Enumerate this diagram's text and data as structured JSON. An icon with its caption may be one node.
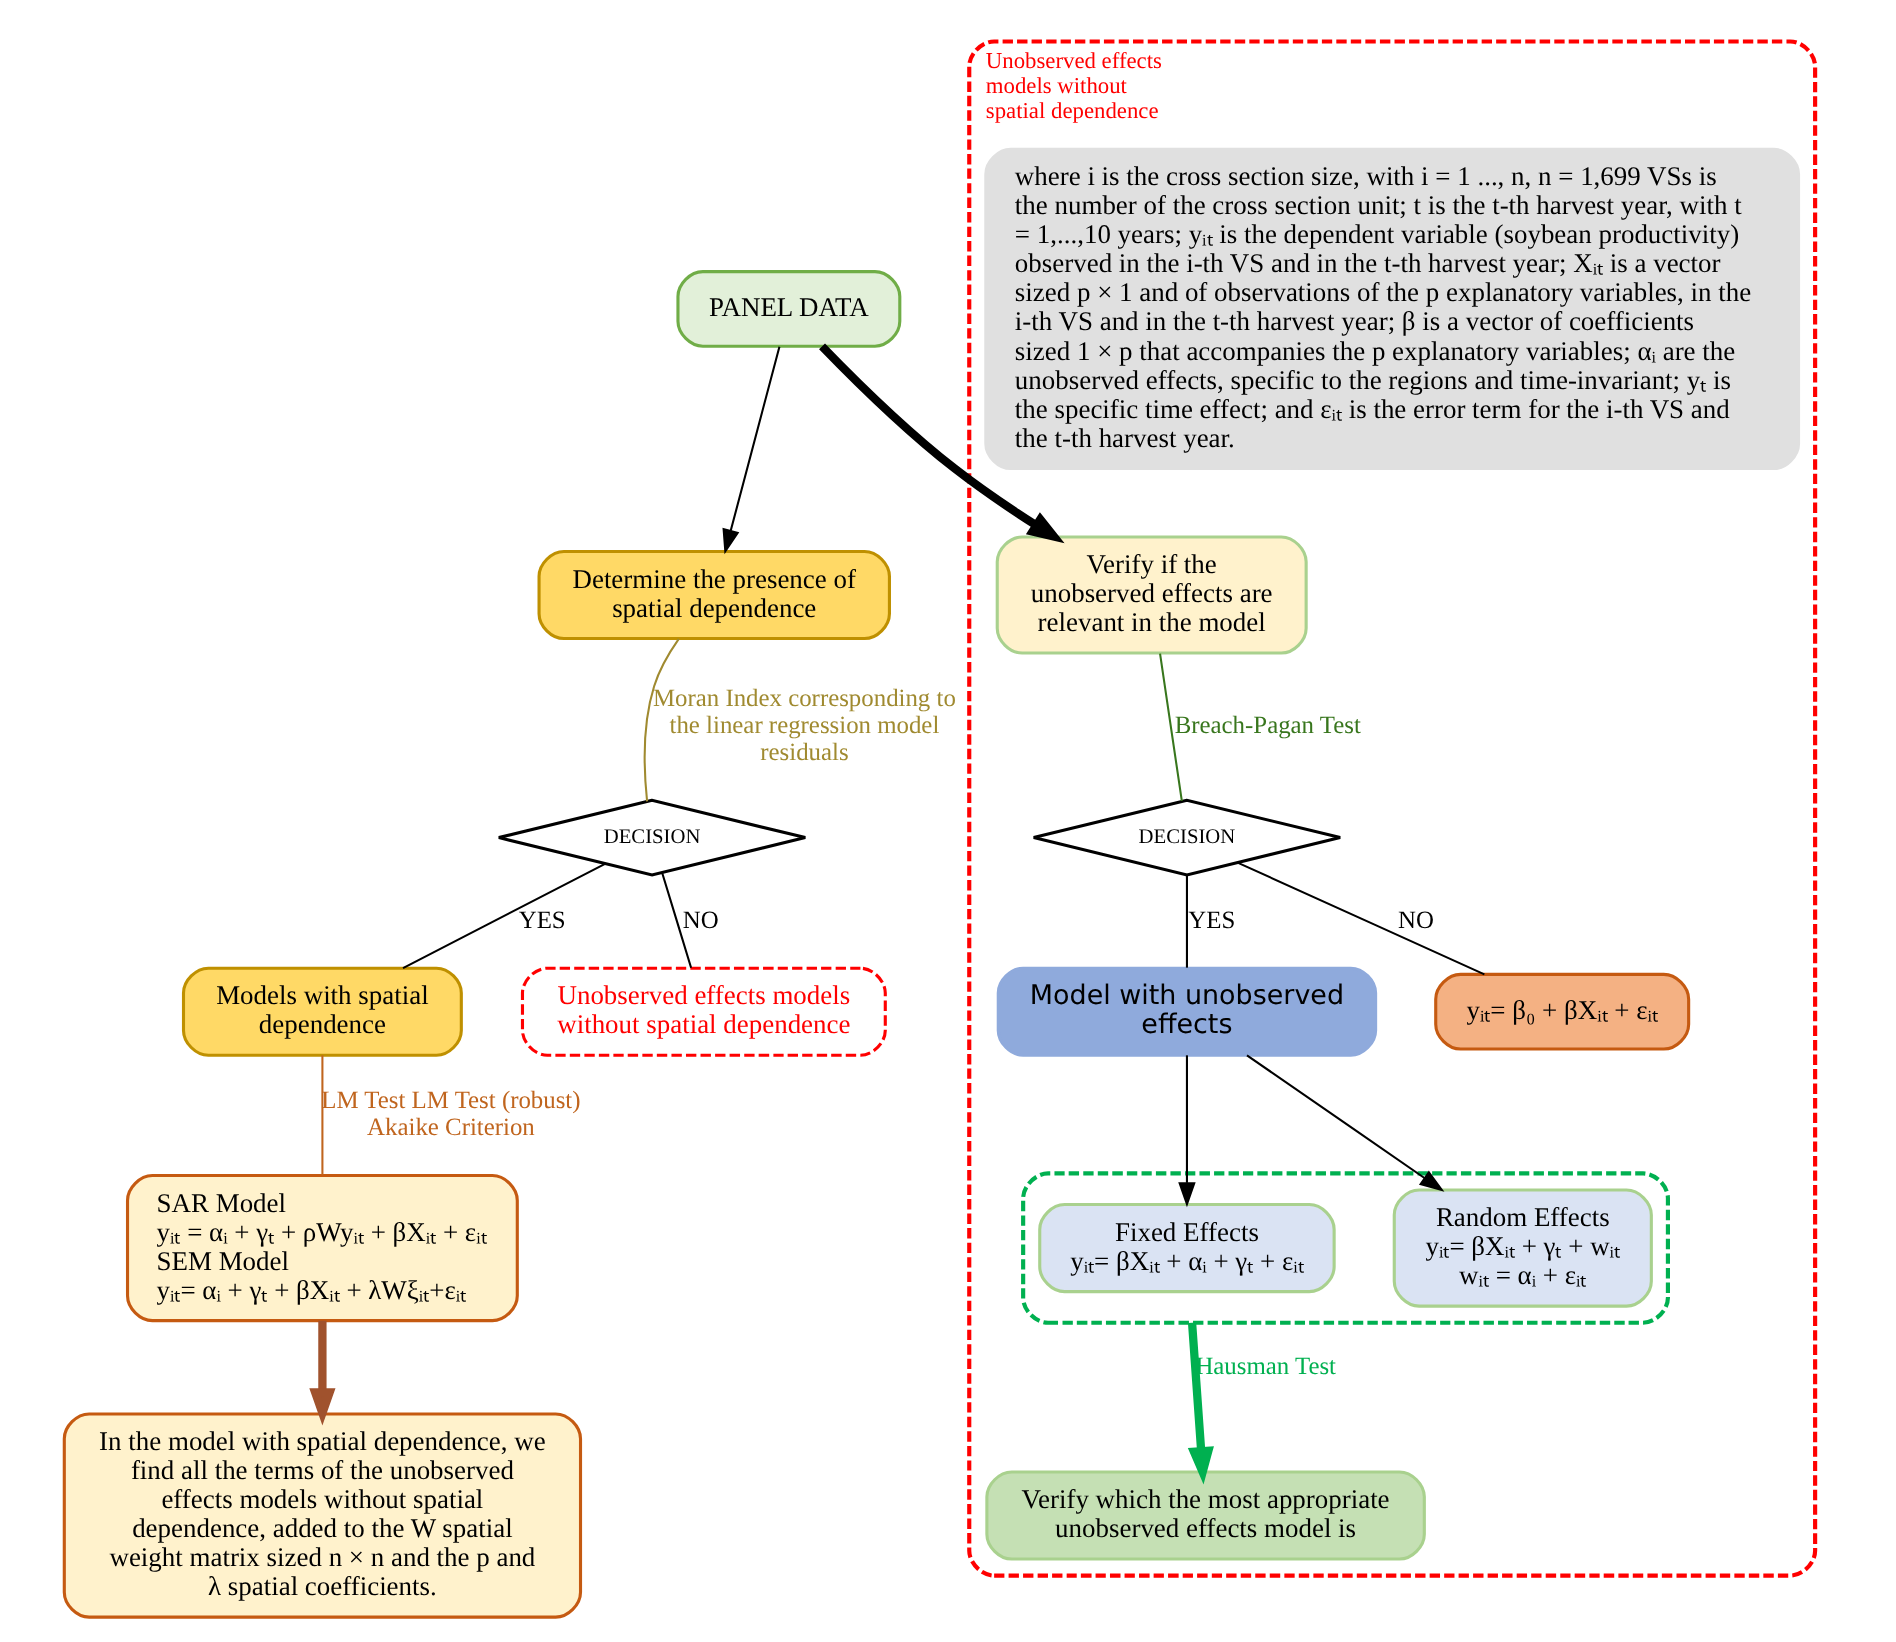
{
  "diagram": {
    "nodes": [
      {
        "text": [
          "PANEL DATA"
        ]
      },
      {
        "text": [
          "Unobserved effects models without spatial dependence"
        ]
      },
      {
        "text": [
          "Verify if the unobserved effects are relevant in the model"
        ],
        "in": 1
      },
      {
        "text": [
          "DECISION"
        ],
        "in": 1
      },
      {
        "text": [
          "Model with unobserved effects"
        ],
        "in": 1
      },
      {
        "text": [
          "yᵢₜ= β₀ + βXᵢₜ + εᵢₜ"
        ],
        "in": 1
      },
      {
        "text": [],
        "shape": "box",
        "in": 1
      },
      {
        "text": [
          "Fixed Effects",
          "yᵢₜ= βXᵢₜ + αᵢ + γₜ + εᵢₜ"
        ],
        "in": 6
      },
      {
        "text": [
          "Random Effects",
          "yᵢₜ= βXᵢₜ + γₜ + wᵢₜ",
          "wᵢₜ = αᵢ + εᵢₜ"
        ],
        "in": 6
      },
      {
        "text": [
          "Verify which the most appropriate unobserved effects model is"
        ],
        "in": 1
      },
      {
        "text": [
          "where i is the cross section size, with i = 1 ..., n, n = 1,699 VSs is the number of the cross section unit; t is the t-th harvest year, with t = 1,...,10 years; yᵢₜ is the dependent variable (soybean productivity) observed in the i-th VS and in the t-th harvest year; Xᵢₜ is a vector sized p × 1 and of observations of the p explanatory variables, in the i-th VS and in the t-th harvest year; β is a vector of coefficients sized 1 × p that accompanies the p explanatory variables; αᵢ are the unobserved effects, specific to the regions and time-invariant; yₜ is the specific time effect; and εᵢₜ is the error term for the i-th VS and the t-th harvest year."
        ],
        "in": 1
      },
      {
        "text": [
          "Determine the presence of spatial dependence"
        ]
      },
      {
        "text": [
          "DECISION"
        ]
      },
      {
        "text": [
          "Models with spatial dependence"
        ]
      },
      {
        "text": [
          "Unobserved effects models without spatial dependence"
        ]
      },
      {
        "text": [
          "SAR Model",
          "yᵢₜ = αᵢ + γₜ + ρWyᵢₜ + βXᵢₜ + εᵢₜ",
          "SEM Model",
          "yᵢₜ= αᵢ + γₜ + βXᵢₜ + λWξᵢₜ+εᵢₜ"
        ]
      },
      {
        "text": [
          "In the model with spatial dependence, we find all the terms of the unobserved effects models without spatial dependence, added to the W spatial weight matrix sized n × n and the p and λ spatial coefficients."
        ]
      }
    ],
    "edges": [
      {
        "from": 0,
        "to": 2,
        "arrow": "to",
        "style": "thick"
      },
      {
        "from": 0,
        "to": 11,
        "arrow": "to"
      },
      {
        "from": 2,
        "to": 3,
        "arrow": "none",
        "label": "Breach-Pagan Test",
        "color": "#38761d"
      },
      {
        "from": 3,
        "to": 4,
        "arrow": "none",
        "label": "YES"
      },
      {
        "from": 3,
        "to": 5,
        "arrow": "none",
        "label": "NO"
      },
      {
        "from": 4,
        "to": 7,
        "arrow": "to"
      },
      {
        "from": 4,
        "to": 8,
        "arrow": "to"
      },
      {
        "from": 6,
        "to": 9,
        "arrow": "to",
        "label": "Hausman Test",
        "style": "thick",
        "color": "#00b050"
      },
      {
        "from": 11,
        "to": 12,
        "arrow": "none",
        "label": "Moran Index corresponding to the linear regression model residuals",
        "color": "#a08a30"
      },
      {
        "from": 12,
        "to": 13,
        "arrow": "none",
        "label": "YES"
      },
      {
        "from": 12,
        "to": 14,
        "arrow": "none",
        "label": "NO"
      },
      {
        "from": 13,
        "to": 15,
        "arrow": "none",
        "label": "LM Test LM Test (robust) Akaike Criterion",
        "color": "#c0651e"
      },
      {
        "from": 15,
        "to": 16,
        "arrow": "to",
        "style": "thick",
        "color": "#a0522d"
      }
    ]
  }
}
